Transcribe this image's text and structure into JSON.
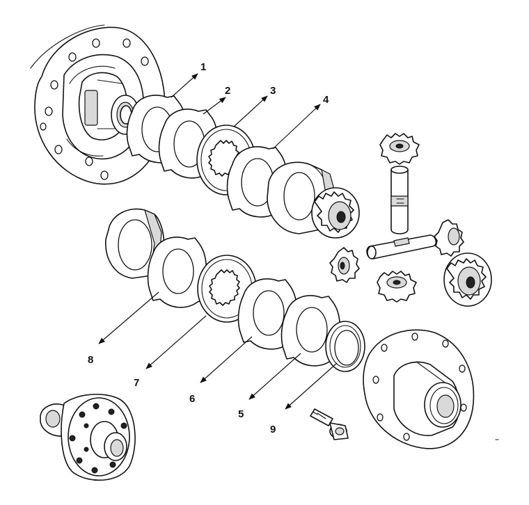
{
  "callouts": [
    {
      "label": "1"
    },
    {
      "label": "2"
    },
    {
      "label": "3"
    },
    {
      "label": "4"
    },
    {
      "label": "8"
    },
    {
      "label": "7"
    },
    {
      "label": "6"
    },
    {
      "label": "5"
    },
    {
      "label": "9"
    }
  ]
}
